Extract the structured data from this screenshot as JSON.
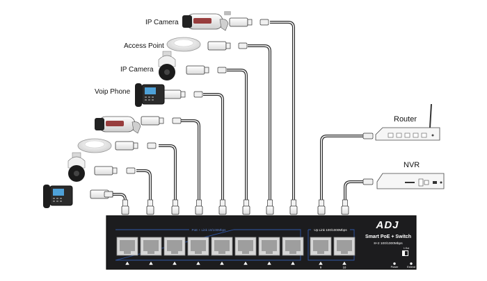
{
  "labels": {
    "ip_camera_top": "IP Camera",
    "access_point": "Access Point",
    "ip_camera_dome": "IP Camera",
    "voip_phone": "Voip Phone",
    "router": "Router",
    "nvr": "NVR"
  },
  "switch": {
    "brand": "ADJ",
    "model": "Smart PoE + Switch",
    "spec": "8+2 100/1000Mbps",
    "poe_group_label": "PoE + Link  10/100Mbps",
    "uplink_group_label": "Up Link  100/1000Mbps",
    "uplink_ports": [
      "9",
      "10"
    ],
    "power_label": "Power",
    "extend_label": "Extend",
    "switch_label": "1  Ext"
  },
  "colors": {
    "switch_body": "#1c1c1e",
    "switch_border": "#0b0b0b",
    "guide_blue": "#2f57a8",
    "cable": "#2a2a2a"
  }
}
